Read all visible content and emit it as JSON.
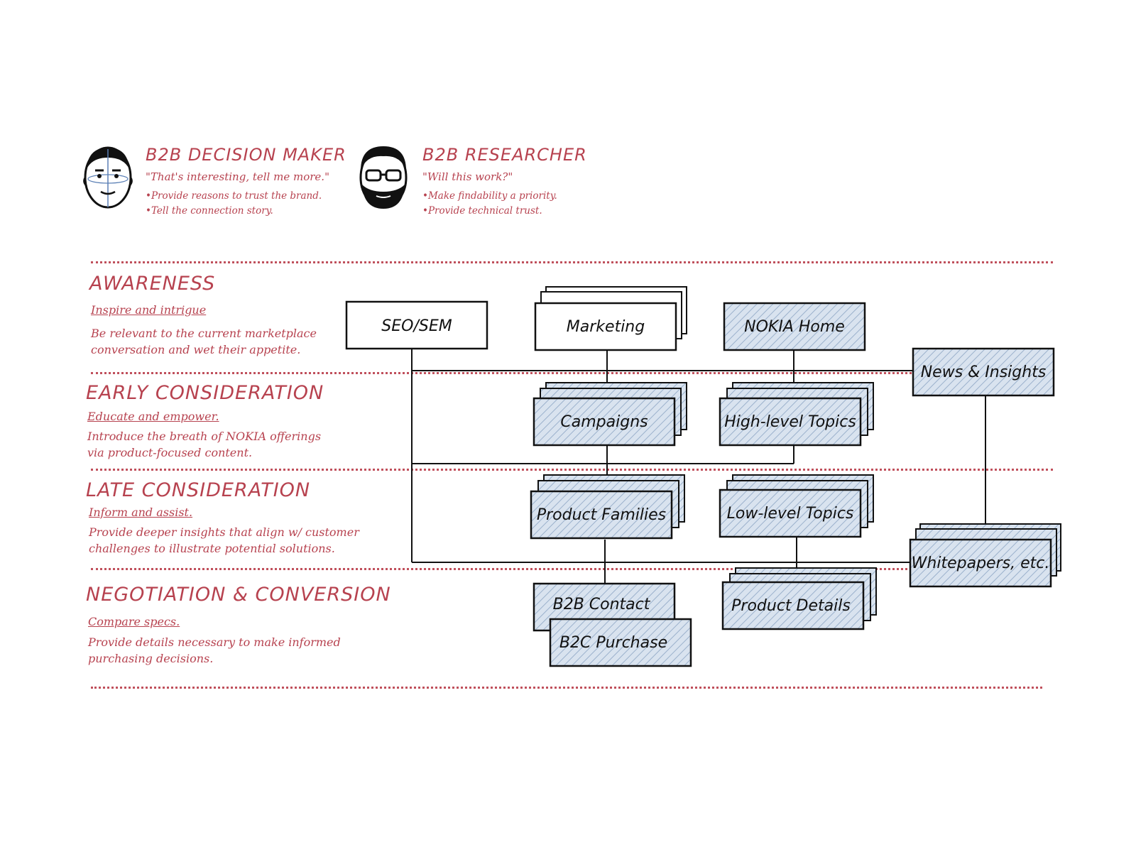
{
  "personas": [
    {
      "title": "B2B DECISION MAKER",
      "quote": "\"That's interesting, tell me more.\"",
      "bullets": [
        "•Provide reasons to trust the brand.",
        "•Tell the connection story."
      ]
    },
    {
      "title": "B2B RESEARCHER",
      "quote": "\"Will this work?\"",
      "bullets": [
        "•Make findability a priority.",
        "•Provide technical trust."
      ]
    }
  ],
  "stages": [
    {
      "title": "AWARENESS",
      "subtitle": "Inspire and intrigue",
      "description": [
        "Be relevant to the current marketplace",
        "conversation and wet their appetite."
      ]
    },
    {
      "title": "EARLY CONSIDERATION",
      "subtitle": "Educate and empower.",
      "description": [
        "Introduce the breath of NOKIA offerings",
        "via product-focused content."
      ]
    },
    {
      "title": "LATE CONSIDERATION",
      "subtitle": "Inform and assist.",
      "description": [
        "Provide deeper insights that align w/ customer",
        "challenges to illustrate potential solutions."
      ]
    },
    {
      "title": "NEGOTIATION & CONVERSION",
      "subtitle": "Compare specs.",
      "description": [
        "Provide details necessary to make informed",
        "purchasing decisions."
      ]
    }
  ],
  "nodes": {
    "seo": "SEO/SEM",
    "marketing": "Marketing",
    "nokia_home": "NOKIA Home",
    "news": "News & Insights",
    "campaigns": "Campaigns",
    "high_topics": "High-level Topics",
    "product_families": "Product Families",
    "low_topics": "Low-level Topics",
    "whitepapers": "Whitepapers, etc.",
    "b2b_contact": "B2B Contact",
    "b2c_purchase": "B2C Purchase",
    "product_details": "Product Details"
  },
  "colors": {
    "accent_red": "#b7424f",
    "box_fill": "#d6e1ee",
    "box_hatch": "#8fa8c6",
    "ink": "#111111"
  }
}
